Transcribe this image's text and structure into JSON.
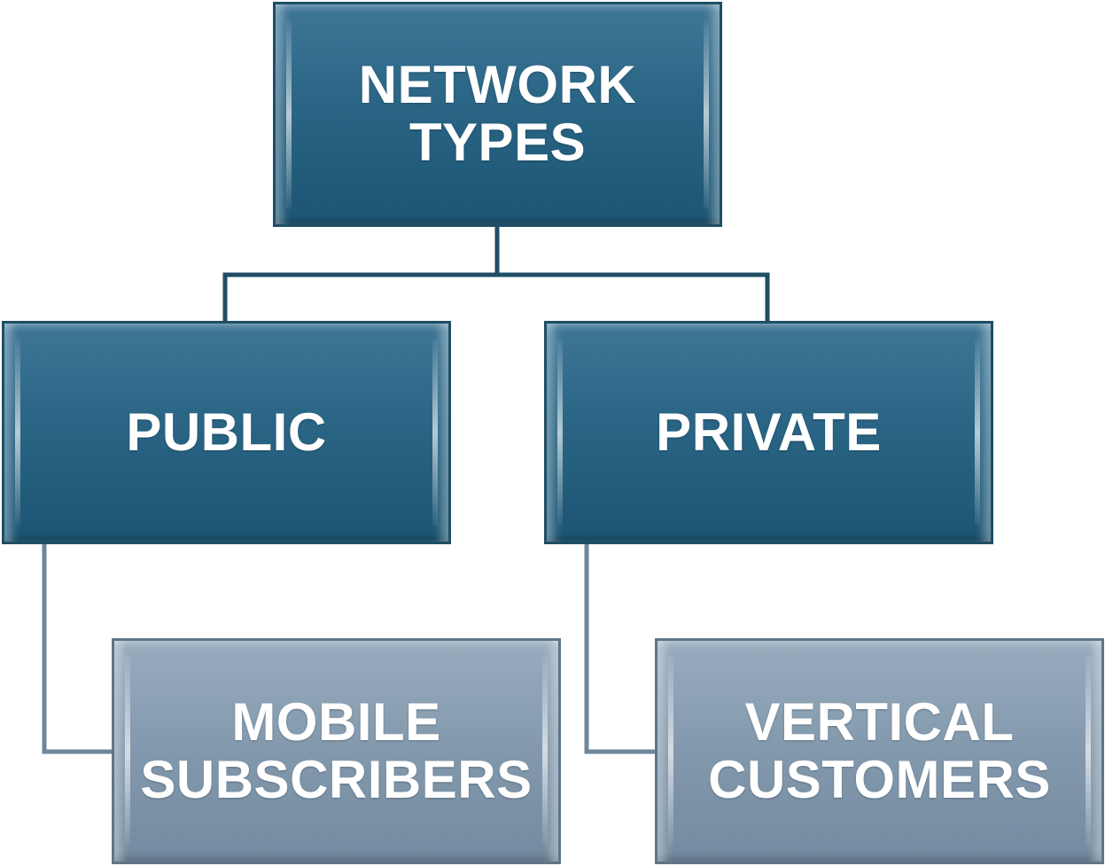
{
  "diagram": {
    "root": {
      "line1": "NETWORK",
      "line2": "TYPES"
    },
    "public": {
      "label": "PUBLIC"
    },
    "private": {
      "label": "PRIVATE"
    },
    "mobile": {
      "line1": "MOBILE",
      "line2": "SUBSCRIBERS"
    },
    "vertical": {
      "line1": "VERTICAL",
      "line2": "CUSTOMERS"
    }
  },
  "colors": {
    "level1": "#2a6585",
    "level2": "#2a6585",
    "level3": "#8299ad",
    "connector_dark": "#1f4e66",
    "connector_light": "#7b91a5"
  }
}
